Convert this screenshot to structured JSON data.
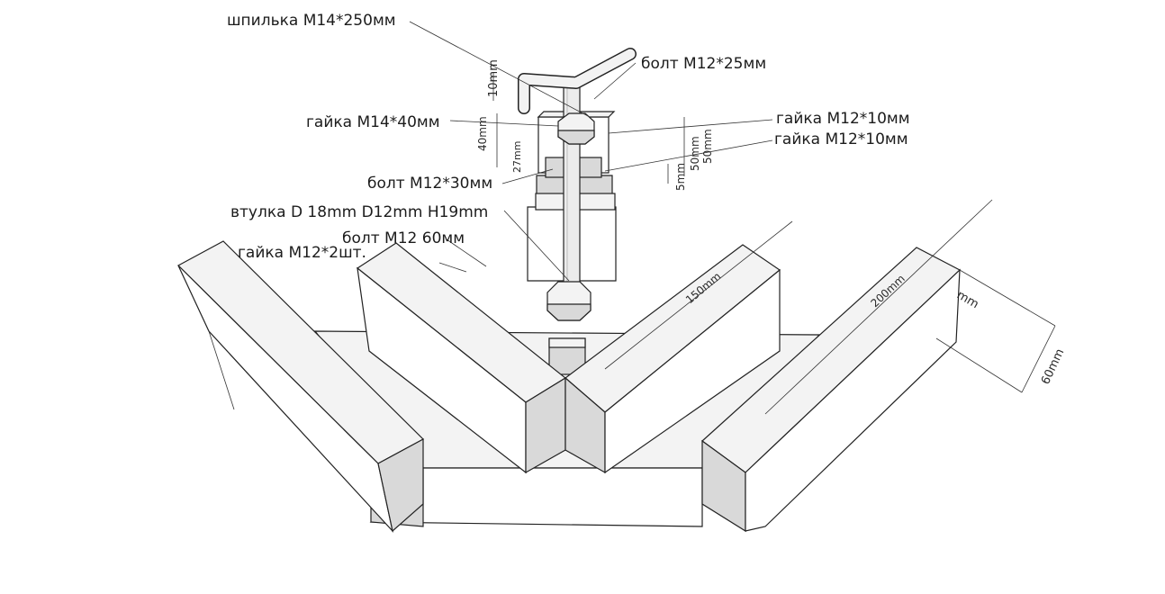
{
  "labels": {
    "stud": "шпилька М14*250мм",
    "bolt_25": "болт М12*25мм",
    "nut_14": "гайка М14*40мм",
    "nut_12_a": "гайка М12*10мм",
    "nut_12_b": "гайка М12*10мм",
    "bolt_30": "болт М12*30мм",
    "bushing": "втулка D 18mm D12mm  H19mm",
    "bolt_60": "болт М12 60мм",
    "nut_12_2pcs": "гайка М12*2шт."
  },
  "dimensions": {
    "d_10": "10mm",
    "d_40": "40mm",
    "d_27": "27mm",
    "d_50a": "50mm",
    "d_50b": "50mm",
    "d_5": "5mm",
    "d_150": "150mm",
    "d_200": "200mm",
    "d_60": "60mm",
    "d_mm": "mm"
  },
  "colors": {
    "line": "#222222",
    "top_face": "#f3f3f3",
    "side_face": "#d9d9d9",
    "front_face": "#ffffff"
  }
}
